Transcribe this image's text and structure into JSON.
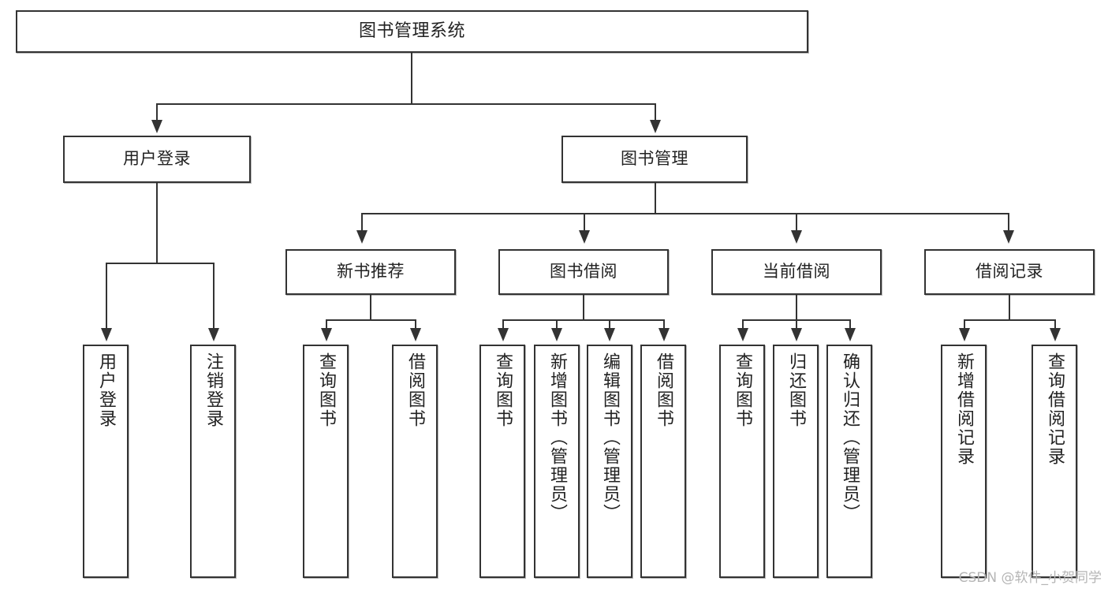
{
  "diagram": {
    "title": "图书管理系统",
    "type": "tree",
    "root": {
      "label": "图书管理系统"
    },
    "level2": [
      {
        "label": "用户登录"
      },
      {
        "label": "图书管理"
      }
    ],
    "level3": [
      {
        "label": "新书推荐"
      },
      {
        "label": "图书借阅"
      },
      {
        "label": "当前借阅"
      },
      {
        "label": "借阅记录"
      }
    ],
    "leaves": {
      "user_login": [
        {
          "label": "用户登录"
        },
        {
          "label": "注销登录"
        }
      ],
      "new_book_recommend": [
        {
          "label": "查询图书"
        },
        {
          "label": "借阅图书"
        }
      ],
      "book_borrow": [
        {
          "label": "查询图书"
        },
        {
          "label": "新增图书（管理员）"
        },
        {
          "label": "编辑图书（管理员）"
        },
        {
          "label": "借阅图书"
        }
      ],
      "current_borrow": [
        {
          "label": "查询图书"
        },
        {
          "label": "归还图书"
        },
        {
          "label": "确认归还（管理员）"
        }
      ],
      "borrow_record": [
        {
          "label": "新增借阅记录"
        },
        {
          "label": "查询借阅记录"
        }
      ]
    }
  },
  "watermark": {
    "text": "CSDN @软件_小贺同学"
  },
  "colors": {
    "stroke": "#333333",
    "fill": "#ffffff",
    "text": "#222222",
    "watermark": "#b5b5b5"
  }
}
